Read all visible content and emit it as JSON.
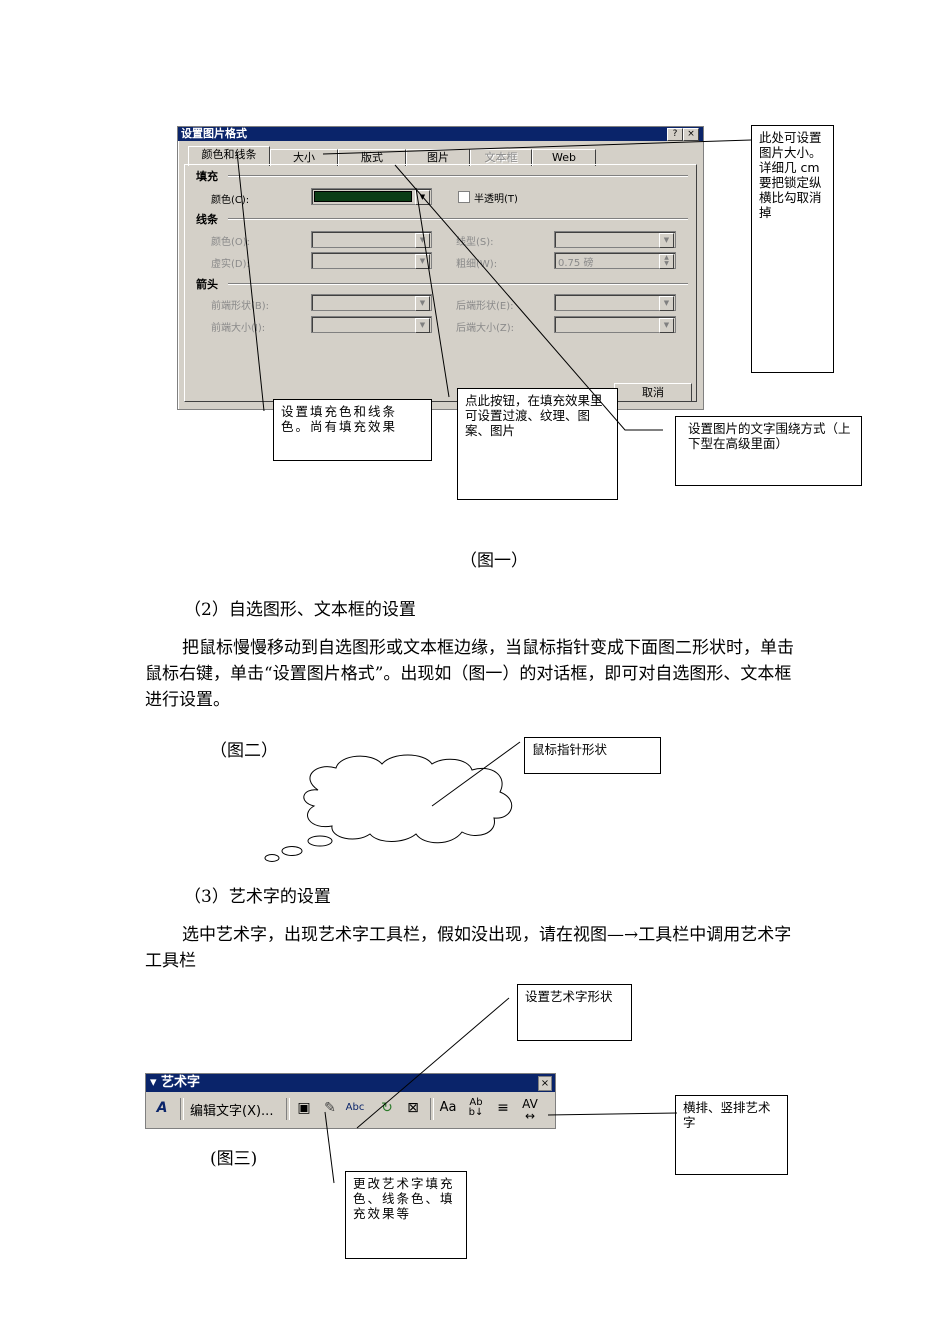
{
  "dialog": {
    "title": "设置图片格式",
    "help_btn": "?",
    "close_btn": "×",
    "tabs": [
      "颜色和线条",
      "大小",
      "版式",
      "图片",
      "文本框",
      "Web"
    ],
    "fill_section": "填充",
    "fill_color_label": "颜色(C):",
    "fill_color_value": "#0b3d16",
    "semi_transparent_label": "半透明(T)",
    "line_section": "线条",
    "line_color_label": "颜色(O):",
    "dash_label": "虚实(D):",
    "style_label": "线型(S):",
    "weight_label": "粗细(W):",
    "weight_value": "0.75 磅",
    "arrows_section": "箭头",
    "begin_style_label": "前端形状(B):",
    "begin_size_label": "前端大小(I):",
    "end_style_label": "后端形状(E):",
    "end_size_label": "后端大小(Z):",
    "cancel_label": "取消"
  },
  "callouts": {
    "size": "此处可设置图片大小。详细几 cm 要把锁定纵横比勾取消掉",
    "fill": "设置填充色和线条色。尚有填充效果",
    "fill_btn": "点此按钮，在填充效果里可设置过渡、纹理、图案、图片",
    "layout": "设置图片的文字围绕方式（上下型在高级里面）",
    "pointer": "鼠标指针形状",
    "shape": "设置艺术字形状",
    "vertical": "横排、竖排艺术字",
    "fill_effect": "更改艺术字填充色、线条色、填充效果等"
  },
  "captions": {
    "fig1": "（图一）",
    "fig2": "（图二）",
    "fig3": "(图三)"
  },
  "text": {
    "heading2": "（2）自选图形、文本框的设置",
    "para2": "把鼠标慢慢移动到自选图形或文本框边缘，当鼠标指针变成下面图二形状时，单击鼠标右键，单击“设置图片格式”。出现如（图一）的对话框，即可对自选图形、文本框进行设置。",
    "heading3": "（3）艺术字的设置",
    "para3": "选中艺术字，出现艺术字工具栏，假如没出现，请在视图—→工具栏中调用艺术字工具栏"
  },
  "toolbar": {
    "title": "▾ 艺术字",
    "close": "×",
    "edit_text_label": "编辑文字(X)...",
    "icons": [
      "insert-wordart-icon",
      "wordart-gallery-icon",
      "format-wordart-icon",
      "wordart-shape-icon",
      "free-rotate-icon",
      "text-wrapping-icon",
      "same-letter-heights-icon",
      "vertical-text-icon",
      "alignment-icon",
      "character-spacing-icon"
    ]
  }
}
